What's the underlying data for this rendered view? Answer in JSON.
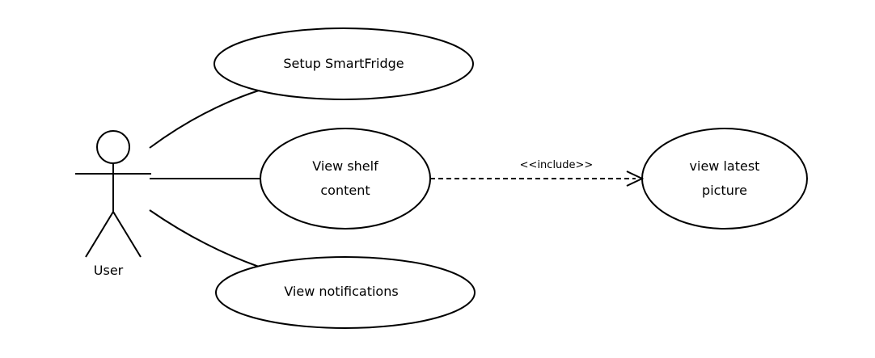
{
  "diagram": {
    "actor": {
      "label": "User"
    },
    "use_cases": {
      "setup": {
        "label": "Setup SmartFridge"
      },
      "view_shelf": {
        "line1": "View shelf",
        "line2": "content"
      },
      "notifications": {
        "label": "View notifications"
      },
      "latest_picture": {
        "line1": "view latest",
        "line2": "picture"
      }
    },
    "relations": {
      "include": {
        "label": "<<include>>"
      }
    }
  }
}
